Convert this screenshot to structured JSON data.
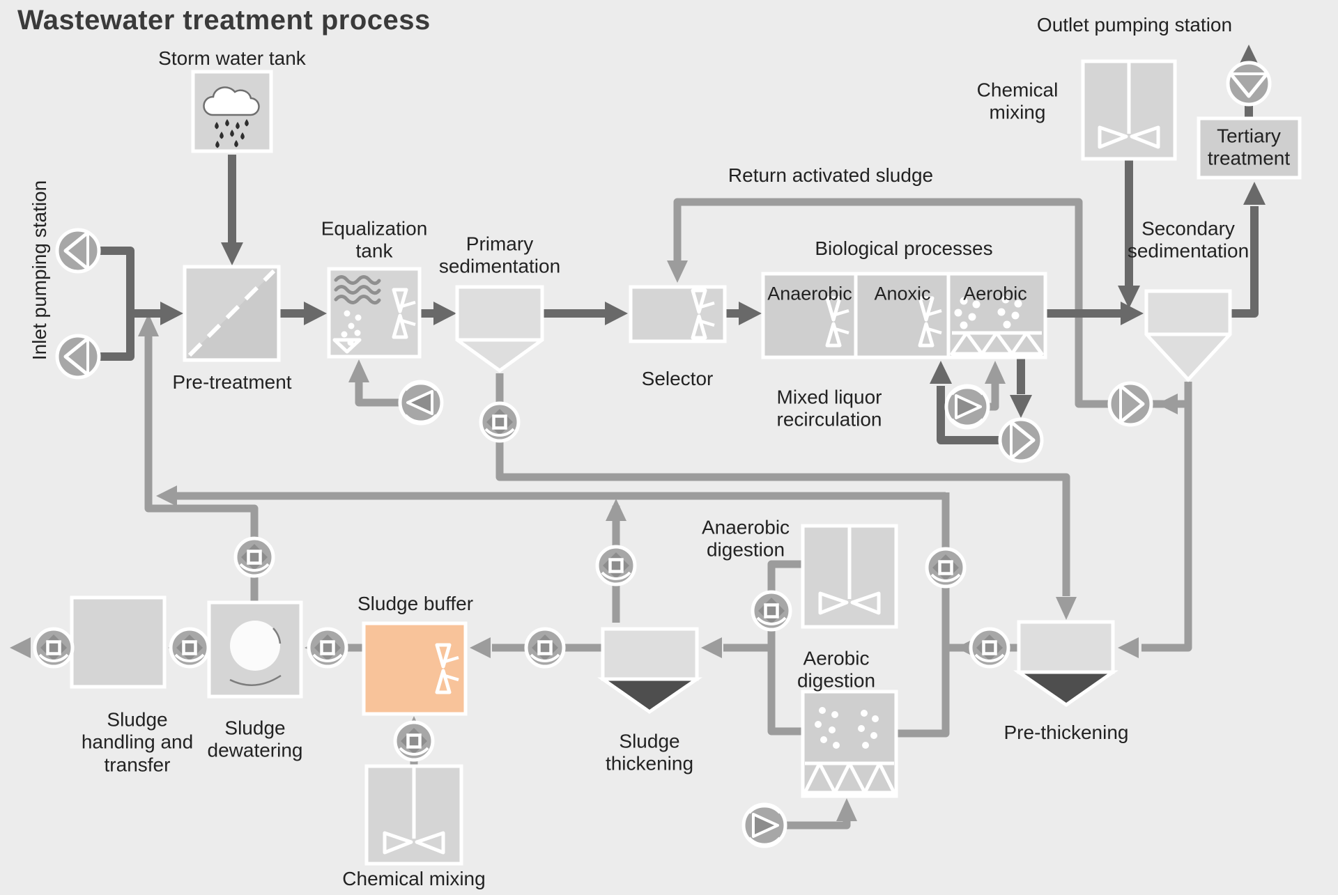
{
  "title": "Wastewater treatment process",
  "colors": {
    "bg": "#ececec",
    "boxfill": "#d5d5d5",
    "boxlight": "#dedede",
    "boxdark": "#cfcfcf",
    "line-dark": "#696969",
    "line-gray": "#9c9c9c",
    "pump": "#a7a7a7",
    "pump-dark": "#8d8d8d",
    "funnel-dark": "#4e4e4e",
    "orange": "#f8c39a",
    "text": "#222222",
    "title": "#3a3a3a",
    "white": "#ffffff"
  },
  "labels": {
    "storm_tank": "Storm water tank",
    "inlet_station": "Inlet pumping station",
    "pretreatment": "Pre-treatment",
    "equalization": "Equalization\ntank",
    "primary_sed": "Primary\nsedimentation",
    "selector": "Selector",
    "bio_processes": "Biological processes",
    "bio_anaerobic": "Anaerobic",
    "bio_anoxic": "Anoxic",
    "bio_aerobic": "Aerobic",
    "ras": "Return activated sludge",
    "chem_mixing_top": "Chemical\nmixing",
    "outlet_station": "Outlet pumping station",
    "tertiary": "Tertiary\ntreatment",
    "secondary_sed": "Secondary\nsedimentation",
    "mlr": "Mixed liquor\nrecirculation",
    "anaerobic_digestion": "Anaerobic\ndigestion",
    "aerobic_digestion": "Aerobic\ndigestion",
    "sludge_buffer": "Sludge buffer",
    "sludge_thickening": "Sludge\nthickening",
    "pre_thickening": "Pre-thickening",
    "sludge_dewatering": "Sludge\ndewatering",
    "sludge_handling": "Sludge\nhandling and\ntransfer",
    "chem_mixing_bottom": "Chemical mixing"
  }
}
